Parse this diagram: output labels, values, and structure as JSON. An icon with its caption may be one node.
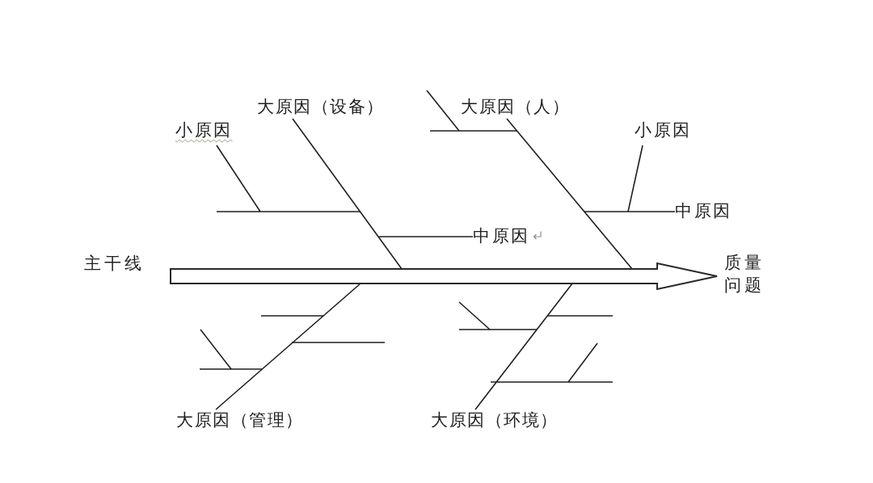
{
  "diagram": {
    "nodes": [
      {
        "text": [
          "大原因（设备）"
        ]
      },
      {
        "text": [
          "大原因（人）"
        ]
      },
      {
        "text": [
          "小原因"
        ]
      },
      {
        "text": [
          "小原因"
        ]
      },
      {
        "text": [
          "中原因"
        ]
      },
      {
        "text": [
          "中原因"
        ]
      },
      {
        "text": [],
        "shape": "arrow",
        "beside": [
          "主干线"
        ]
      },
      {
        "text": [
          "质量问题"
        ]
      },
      {
        "text": [
          "大原因（管理）"
        ]
      },
      {
        "text": [
          "大原因（环境）"
        ]
      }
    ],
    "edges": [
      {
        "from": 0,
        "to": 6,
        "arrow": "none"
      },
      {
        "from": 1,
        "to": 6,
        "arrow": "none"
      },
      {
        "from": 2,
        "to": null,
        "arrow": "none"
      },
      {
        "from": 3,
        "to": null,
        "arrow": "none"
      },
      {
        "from": 4,
        "to": null,
        "arrow": "none"
      },
      {
        "from": 5,
        "to": null,
        "arrow": "none"
      },
      {
        "from": 8,
        "to": 6,
        "arrow": "none"
      },
      {
        "from": 9,
        "to": 6,
        "arrow": "none"
      }
    ]
  }
}
